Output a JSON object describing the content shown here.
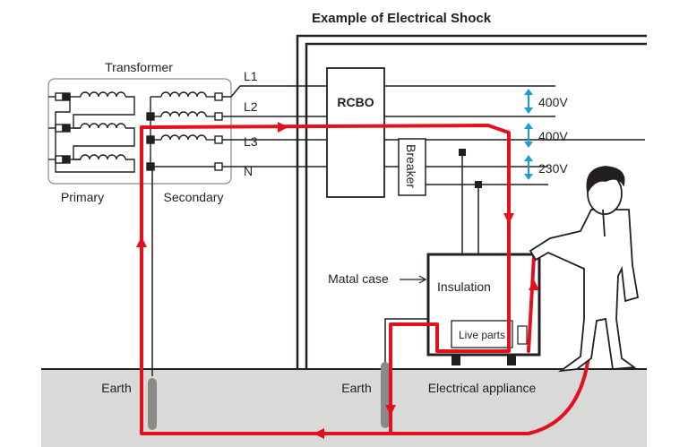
{
  "title": "Example of Electrical Shock",
  "transformer": {
    "label": "Transformer",
    "primary_label": "Primary",
    "secondary_label": "Secondary"
  },
  "lines": {
    "l1": "L1",
    "l2": "L2",
    "l3": "L3",
    "n": "N"
  },
  "rcbo_label": "RCBO",
  "breaker_label": "Breaker",
  "voltages": [
    "400V",
    "400V",
    "230V"
  ],
  "appliance": {
    "metal_case_label": "Matal case",
    "insulation_label": "Insulation",
    "live_parts_label": "Live parts",
    "label": "Electrical appliance"
  },
  "earth_labels": [
    "Earth",
    "Earth"
  ],
  "colors": {
    "current_path": "#e3101d",
    "ground": "#d9d9d7",
    "arrow_blue": "#1c9ad6",
    "line": "#231f20"
  }
}
